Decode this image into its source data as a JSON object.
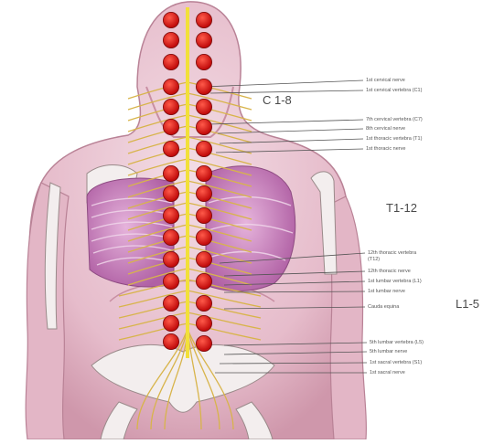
{
  "regions": {
    "cervical": "C 1-8",
    "thoracic": "T1-12",
    "lumbar": "L1-5"
  },
  "labels": [
    "1st cervical nerve",
    "1st cervical vertebra (C1)",
    "7th cervical vertebra (C7)",
    "8th cervical nerve",
    "1st thoracic vertebra (T1)",
    "1st thoracic nerve",
    "12th thoracic vertebra",
    "(T12)",
    "12th thoracic nerve",
    "1st lumbar vertebra (L1)",
    "1st lumbar nerve",
    "Cauda equina",
    "5th lumbar vertebra (L5)",
    "5th lumbar nerve",
    "1st sacral vertebra (S1)",
    "1st sacral nerve"
  ],
  "colors": {
    "skin": "#e8c3cf",
    "skin_dark": "#c98fa3",
    "lung": "#c06fb0",
    "cord": "#f2e03a",
    "marker": "#e01818",
    "bone": "#f3eeee"
  }
}
